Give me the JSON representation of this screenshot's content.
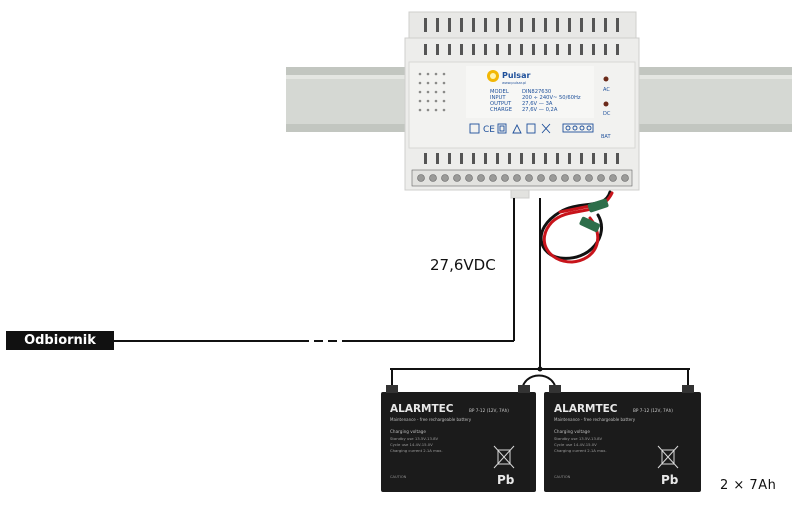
{
  "load_label": "Odbiornik",
  "voltage_label": "27,6VDC",
  "battery_quantity_label": "2 × 7Ah",
  "psu": {
    "brand": "Pulsar",
    "website": "www.pulsar.pl",
    "model_key": "MODEL",
    "model_value": "DIN827630",
    "input_key": "INPUT",
    "input_value": "200 ÷ 240V~ 50/60Hz",
    "output_key": "OUTPUT",
    "output_value": "27,6V — 3A",
    "charge_key": "CHARGE",
    "charge_value": "27,6V — 0,2A",
    "led_ac": "AC",
    "led_dc": "DC",
    "led_bat": "BAT",
    "ce_mark": "CE"
  },
  "batteries": [
    {
      "brand": "ALARMTEC",
      "model": "BP 7-12 (12V, 7Ah)",
      "subtitle": "Maintenance - free rechargeable battery",
      "spec_title": "Charging voltage",
      "spec_line_1": "Standby use   13.5V-13.8V",
      "spec_line_2": "Cycle use     14.4V-15.0V",
      "spec_line_3": "Charging current  2.1A max.",
      "caution": "CAUTION",
      "pb": "Pb"
    },
    {
      "brand": "ALARMTEC",
      "model": "BP 7-12 (12V, 7Ah)",
      "subtitle": "Maintenance - free rechargeable battery",
      "spec_title": "Charging voltage",
      "spec_line_1": "Standby use   13.5V-13.8V",
      "spec_line_2": "Cycle use     14.4V-15.0V",
      "spec_line_3": "Charging current  2.1A max.",
      "caution": "CAUTION",
      "pb": "Pb"
    }
  ],
  "colors": {
    "wire": "#111111",
    "red_wire": "#c8141b",
    "battery_body": "#1b1b1b",
    "rail": "#d2d6d0",
    "psu_body": "#ececea"
  }
}
